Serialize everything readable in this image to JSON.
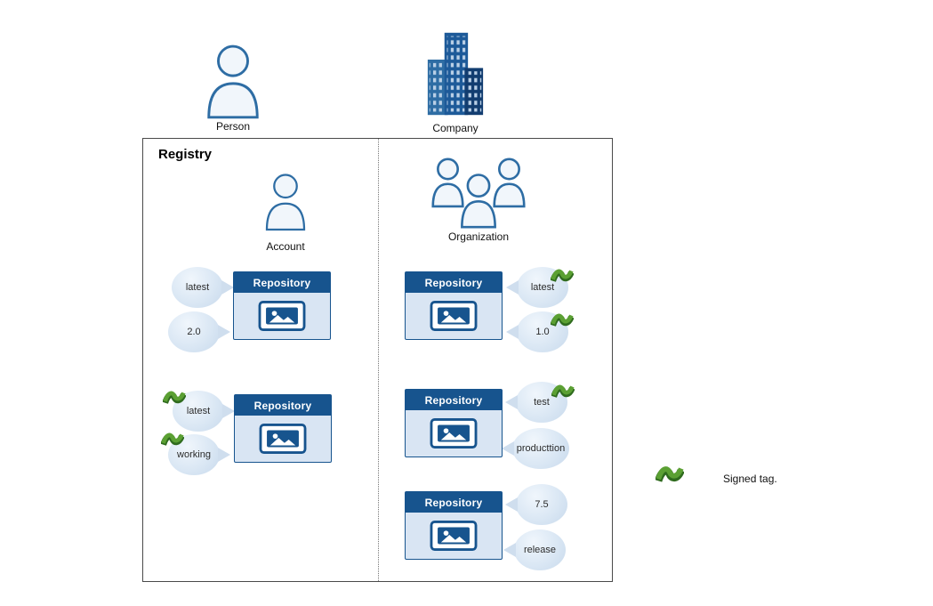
{
  "external": {
    "person_label": "Person",
    "company_label": "Company"
  },
  "registry": {
    "title": "Registry",
    "left": {
      "owner_label": "Account",
      "repos": [
        {
          "header": "Repository",
          "tags": [
            {
              "label": "latest",
              "signed": false
            },
            {
              "label": "2.0",
              "signed": false
            }
          ]
        },
        {
          "header": "Repository",
          "tags": [
            {
              "label": "latest",
              "signed": true
            },
            {
              "label": "working",
              "signed": true
            }
          ]
        }
      ]
    },
    "right": {
      "owner_label": "Organization",
      "repos": [
        {
          "header": "Repository",
          "tags": [
            {
              "label": "latest",
              "signed": true
            },
            {
              "label": "1.0",
              "signed": true
            }
          ]
        },
        {
          "header": "Repository",
          "tags": [
            {
              "label": "test",
              "signed": true
            },
            {
              "label": "producttion",
              "signed": false
            }
          ]
        },
        {
          "header": "Repository",
          "tags": [
            {
              "label": "7.5",
              "signed": false
            },
            {
              "label": "release",
              "signed": false
            }
          ]
        }
      ]
    }
  },
  "legend": {
    "signed_label": "Signed tag."
  },
  "colors": {
    "primary_blue": "#17548e",
    "outline_blue": "#2e6da4",
    "balloon_blue": "#d9e5f3",
    "signed_green": "#5ba033"
  }
}
